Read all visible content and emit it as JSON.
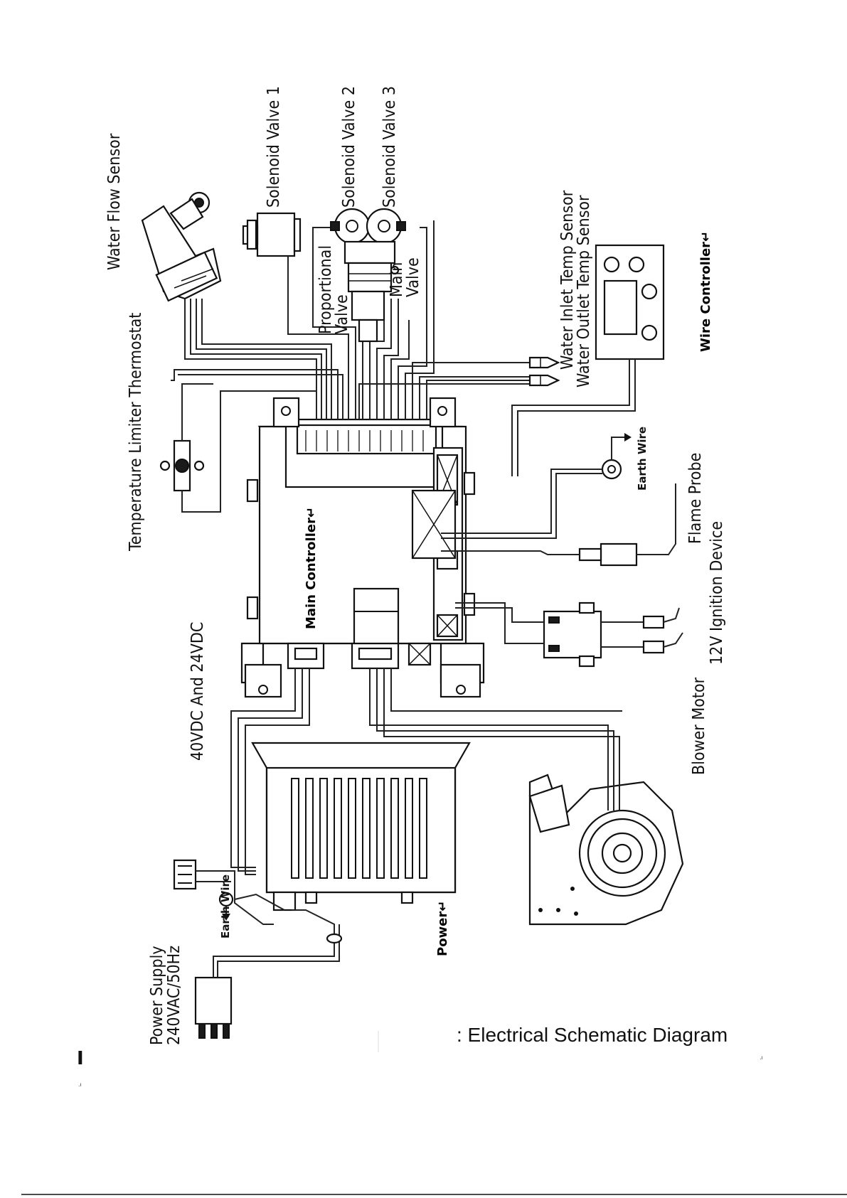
{
  "labels": {
    "water_flow_sensor": "Water Flow Sensor",
    "solenoid_valve_1": "Solenoid Valve 1",
    "solenoid_valve_2": "Solenoid Valve 2",
    "solenoid_valve_3": "Solenoid Valve 3",
    "proportional_valve_line1": "Proportional",
    "proportional_valve_line2": "Valve",
    "main_valve_line1": "Main",
    "main_valve_line2": "Valve",
    "water_inlet_temp_sensor": "Water Inlet Temp Sensor",
    "water_outlet_temp_sensor": "Water Outlet Temp Sensor",
    "wire_controller": "Wire Controller↵",
    "temperature_limiter_thermostat": "Temperature Limiter Thermostat",
    "earth_wire_top": "Earth Wire",
    "flame_probe": "Flame Probe",
    "main_controller": "Main Controller↵",
    "ignition_device": "12V Ignition Device",
    "dc_output": "40VDC And 24VDC",
    "blower_motor": "Blower Motor",
    "earth_wire_bottom": "Earth Wire",
    "power": "Power↵",
    "power_supply_line1": "Power Supply",
    "power_supply_line2": "240VAC/50Hz"
  },
  "caption": ": Electrical Schematic Diagram",
  "margin_marks": {
    "left_bar": "I",
    "left_mark": ".ı",
    "right_mark": ".ı"
  },
  "colors": {
    "ink": "#111111",
    "background": "#ffffff"
  }
}
